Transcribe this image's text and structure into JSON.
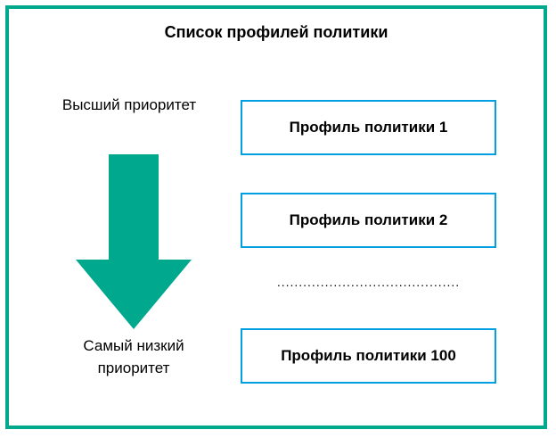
{
  "diagram": {
    "title": "Список профилей политики",
    "highest_priority_label": "Высший приоритет",
    "lowest_priority_label": "Самый низкий приоритет",
    "ellipsis": "..........................................",
    "boxes": [
      {
        "label": "Профиль политики 1"
      },
      {
        "label": "Профиль политики 2"
      },
      {
        "label": "Профиль политики 100"
      }
    ],
    "colors": {
      "border": "#00a88e",
      "arrow": "#00a88e",
      "box_border": "#00a0e3",
      "background": "#ffffff",
      "text": "#000000"
    }
  }
}
